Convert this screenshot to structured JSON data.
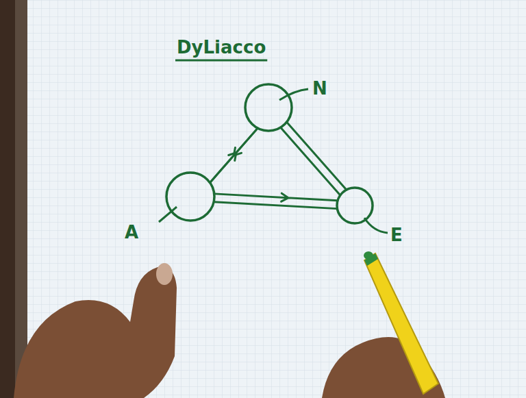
{
  "diagram": {
    "title": "DyLiacco",
    "nodes": [
      {
        "text": [
          "N"
        ]
      },
      {
        "text": [
          "A"
        ]
      },
      {
        "text": [
          "E"
        ]
      }
    ],
    "edges": [
      {
        "from": 0,
        "to": 1,
        "arrow": "to"
      },
      {
        "from": 1,
        "to": 0,
        "arrow": "to"
      },
      {
        "from": 1,
        "to": 2,
        "arrow": "to"
      },
      {
        "from": 0,
        "to": 2,
        "arrow": "none"
      }
    ]
  }
}
